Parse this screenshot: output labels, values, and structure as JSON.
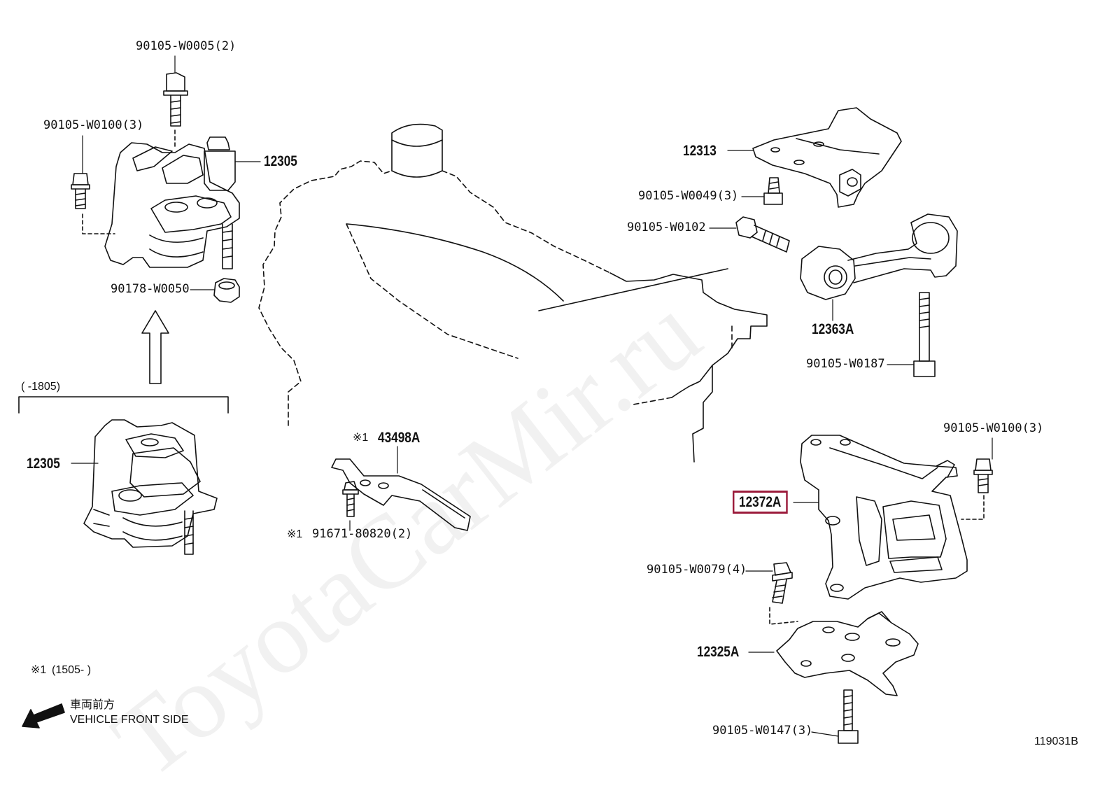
{
  "watermark": "ToyotaCarMir.ru",
  "diagram_id": "119031B",
  "selected_part": "12372A",
  "notes": {
    "range_upper": "(       -1805)",
    "note1_marker": "※1",
    "note1_range": "(1505-       )"
  },
  "legend": {
    "front_jp": "車両前方",
    "front_en": "VEHICLE FRONT SIDE"
  },
  "callouts": [
    {
      "id": "bolt_top",
      "text": "90105-W0005(2)"
    },
    {
      "id": "bolt_left",
      "text": "90105-W0100(3)"
    },
    {
      "id": "mount_upper",
      "text": "12305"
    },
    {
      "id": "nut",
      "text": "90178-W0050"
    },
    {
      "id": "mount_lower",
      "text": "12305"
    },
    {
      "id": "bracket_rear",
      "text": "12313"
    },
    {
      "id": "bolt_0049",
      "text": "90105-W0049(3)"
    },
    {
      "id": "bolt_0102",
      "text": "90105-W0102"
    },
    {
      "id": "rod",
      "text": "12363A"
    },
    {
      "id": "bolt_0187",
      "text": "90105-W0187"
    },
    {
      "id": "bracket_small",
      "text": "43498A",
      "prefix": "※1"
    },
    {
      "id": "bolt_small",
      "text": "91671-80820(2)",
      "prefix": "※1"
    },
    {
      "id": "bolt_right",
      "text": "90105-W0100(3)"
    },
    {
      "id": "mount_trans",
      "text": "12372A"
    },
    {
      "id": "bolt_0079",
      "text": "90105-W0079(4)"
    },
    {
      "id": "bracket_trans",
      "text": "12325A"
    },
    {
      "id": "bolt_0147",
      "text": "90105-W0147(3)"
    }
  ]
}
